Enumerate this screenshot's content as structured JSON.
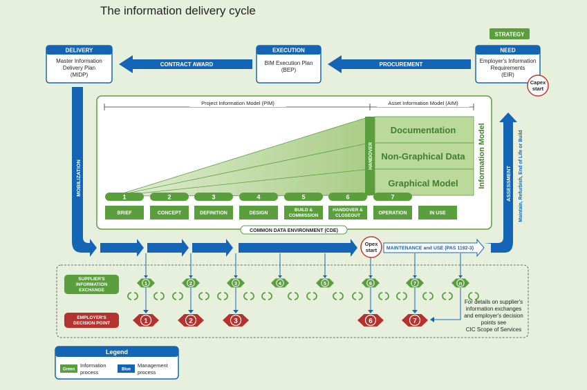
{
  "title": "The information delivery cycle",
  "strategy": "STRATEGY",
  "boxes": {
    "delivery": {
      "header": "DELIVERY",
      "lines": [
        "Master Information",
        "Delivery Plan",
        "(MIDP)"
      ]
    },
    "execution": {
      "header": "EXECUTION",
      "lines": [
        "BIM Execution Plan",
        "(BEP)"
      ]
    },
    "need": {
      "header": "NEED",
      "lines": [
        "Employer's Information",
        "Requirements",
        "(EIR)"
      ]
    }
  },
  "arrows": {
    "contract_award": "CONTRACT AWARD",
    "procurement": "PROCUREMENT",
    "mobilization": "MOBILIZATION",
    "assessment": "ASSESSMENT",
    "lifecycle": "Maintain, Refurbish, End of Life or Build",
    "maintenance": "MAINTENANCE and USE (PAS 1192-3)"
  },
  "capex": [
    "Capex",
    "start"
  ],
  "opex": [
    "Opex",
    "start"
  ],
  "models": {
    "pim": "Project Information Model (PIM)",
    "aim": "Asset Information Model (AIM)",
    "handover": "HANDOVER",
    "information_model": "Information Model",
    "layers": [
      "Documentation",
      "Non-Graphical Data",
      "Graphical Model"
    ],
    "cde": "COMMON DATA ENVIRONMENT (CDE)"
  },
  "stages": [
    {
      "num": "1",
      "label": [
        "BRIEF"
      ]
    },
    {
      "num": "2",
      "label": [
        "CONCEPT"
      ]
    },
    {
      "num": "3",
      "label": [
        "DEFINITION"
      ]
    },
    {
      "num": "4",
      "label": [
        "DESIGN"
      ]
    },
    {
      "num": "5",
      "label": [
        "BUILD &",
        "COMMISSION"
      ]
    },
    {
      "num": "6",
      "label": [
        "HANDOVER &",
        "CLOSEOUT"
      ]
    },
    {
      "num": "7",
      "label": [
        "OPERATION"
      ]
    },
    {
      "num": "",
      "label": [
        "IN USE"
      ]
    }
  ],
  "supplier_exchange": [
    "SUPPLIER'S",
    "INFORMATION",
    "EXCHANGE"
  ],
  "employer_decision": [
    "EMPLOYER'S",
    "DECISION POINT"
  ],
  "exchange_points": [
    "1",
    "2",
    "3",
    "4",
    "5",
    "6",
    "7",
    "n"
  ],
  "decision_points": [
    "1",
    "2",
    "3",
    "6",
    "7"
  ],
  "note": [
    "For details on supplier's",
    "information exchanges",
    "and employer's decision",
    "points see",
    "CIC Scope of Services"
  ],
  "legend": {
    "title": "Legend",
    "green_tag": "Green",
    "green_label": [
      "Information",
      "process"
    ],
    "blue_tag": "Blue",
    "blue_label": [
      "Management",
      "process"
    ]
  },
  "colors": {
    "blue": "#1565b7",
    "green": "#5a9e3e",
    "red": "#b5332e",
    "light_green": "#c2dca4",
    "bg": "#e6f0dc"
  }
}
